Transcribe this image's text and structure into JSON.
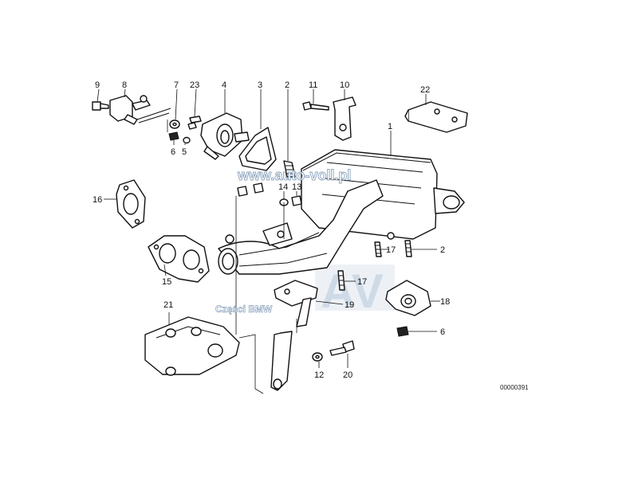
{
  "callouts": [
    {
      "id": "c9",
      "label": "9"
    },
    {
      "id": "c8",
      "label": "8"
    },
    {
      "id": "c7",
      "label": "7"
    },
    {
      "id": "c23",
      "label": "23"
    },
    {
      "id": "c4",
      "label": "4"
    },
    {
      "id": "c3",
      "label": "3"
    },
    {
      "id": "c2a",
      "label": "2"
    },
    {
      "id": "c11",
      "label": "11"
    },
    {
      "id": "c10",
      "label": "10"
    },
    {
      "id": "c22",
      "label": "22"
    },
    {
      "id": "c1",
      "label": "1"
    },
    {
      "id": "c6a",
      "label": "6"
    },
    {
      "id": "c5",
      "label": "5"
    },
    {
      "id": "c16",
      "label": "16"
    },
    {
      "id": "c14",
      "label": "14"
    },
    {
      "id": "c13",
      "label": "13"
    },
    {
      "id": "c2b",
      "label": "2"
    },
    {
      "id": "c17a",
      "label": "17"
    },
    {
      "id": "c15",
      "label": "15"
    },
    {
      "id": "c17b",
      "label": "17"
    },
    {
      "id": "c19",
      "label": "19"
    },
    {
      "id": "c18",
      "label": "18"
    },
    {
      "id": "c21",
      "label": "21"
    },
    {
      "id": "c6b",
      "label": "6"
    },
    {
      "id": "c12",
      "label": "12"
    },
    {
      "id": "c20",
      "label": "20"
    }
  ],
  "diagram_ref": "00000391",
  "watermarks": {
    "url": "www.auto-voll.pl",
    "parts": "Części BMW",
    "logo": "AV"
  }
}
